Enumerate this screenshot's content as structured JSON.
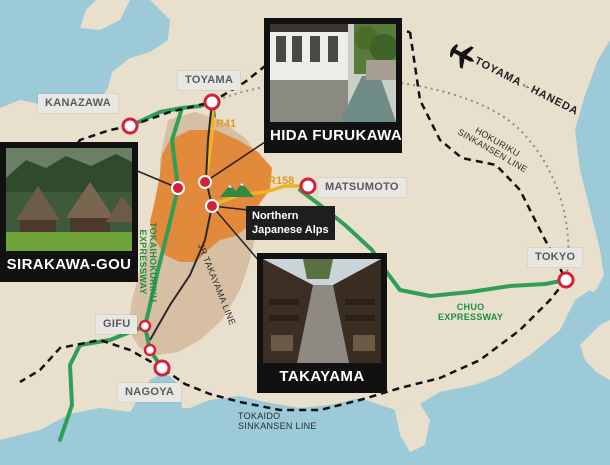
{
  "cities": {
    "kanazawa": "KANAZAWA",
    "toyama": "TOYAMA",
    "matsumoto": "MATSUMOTO",
    "tokyo": "TOKYO",
    "gifu": "GIFU",
    "nagoya": "NAGOYA"
  },
  "photos": {
    "hida_furukawa": "HIDA FURUKAWA",
    "sirakawa_gou": "SIRAKAWA-GOU",
    "takayama": "TAKAYAMA"
  },
  "alps": {
    "line1": "Northern",
    "line2": "Japanese Alps"
  },
  "routes": {
    "r41": "R41",
    "r158": "R158"
  },
  "rail": {
    "hokuriku_line1": "HOKURIKU",
    "hokuriku_line2": "SINKANSEN LINE",
    "tokaido_line1": "TOKAIDO",
    "tokaido_line2": "SINKANSEN LINE",
    "jr_takayama": "JR TAKAYAMA LINE"
  },
  "expressways": {
    "chuo_line1": "CHUO",
    "chuo_line2": "EXPRESSWAY",
    "tokaihokuriku_line1": "TOKAIHOKURIKU",
    "tokaihokuriku_line2": "EXPRESSWAY"
  },
  "air": {
    "route": "TOYAMA⇔HANEDA"
  },
  "colors": {
    "sea": "#9ccad9",
    "land": "#e8dfcd",
    "gifu_region": "#d6bfa3",
    "hida_region": "#e2893c",
    "expressway": "#2f9e57",
    "national_road": "#f0b323",
    "station_marker": "#d3213a"
  }
}
